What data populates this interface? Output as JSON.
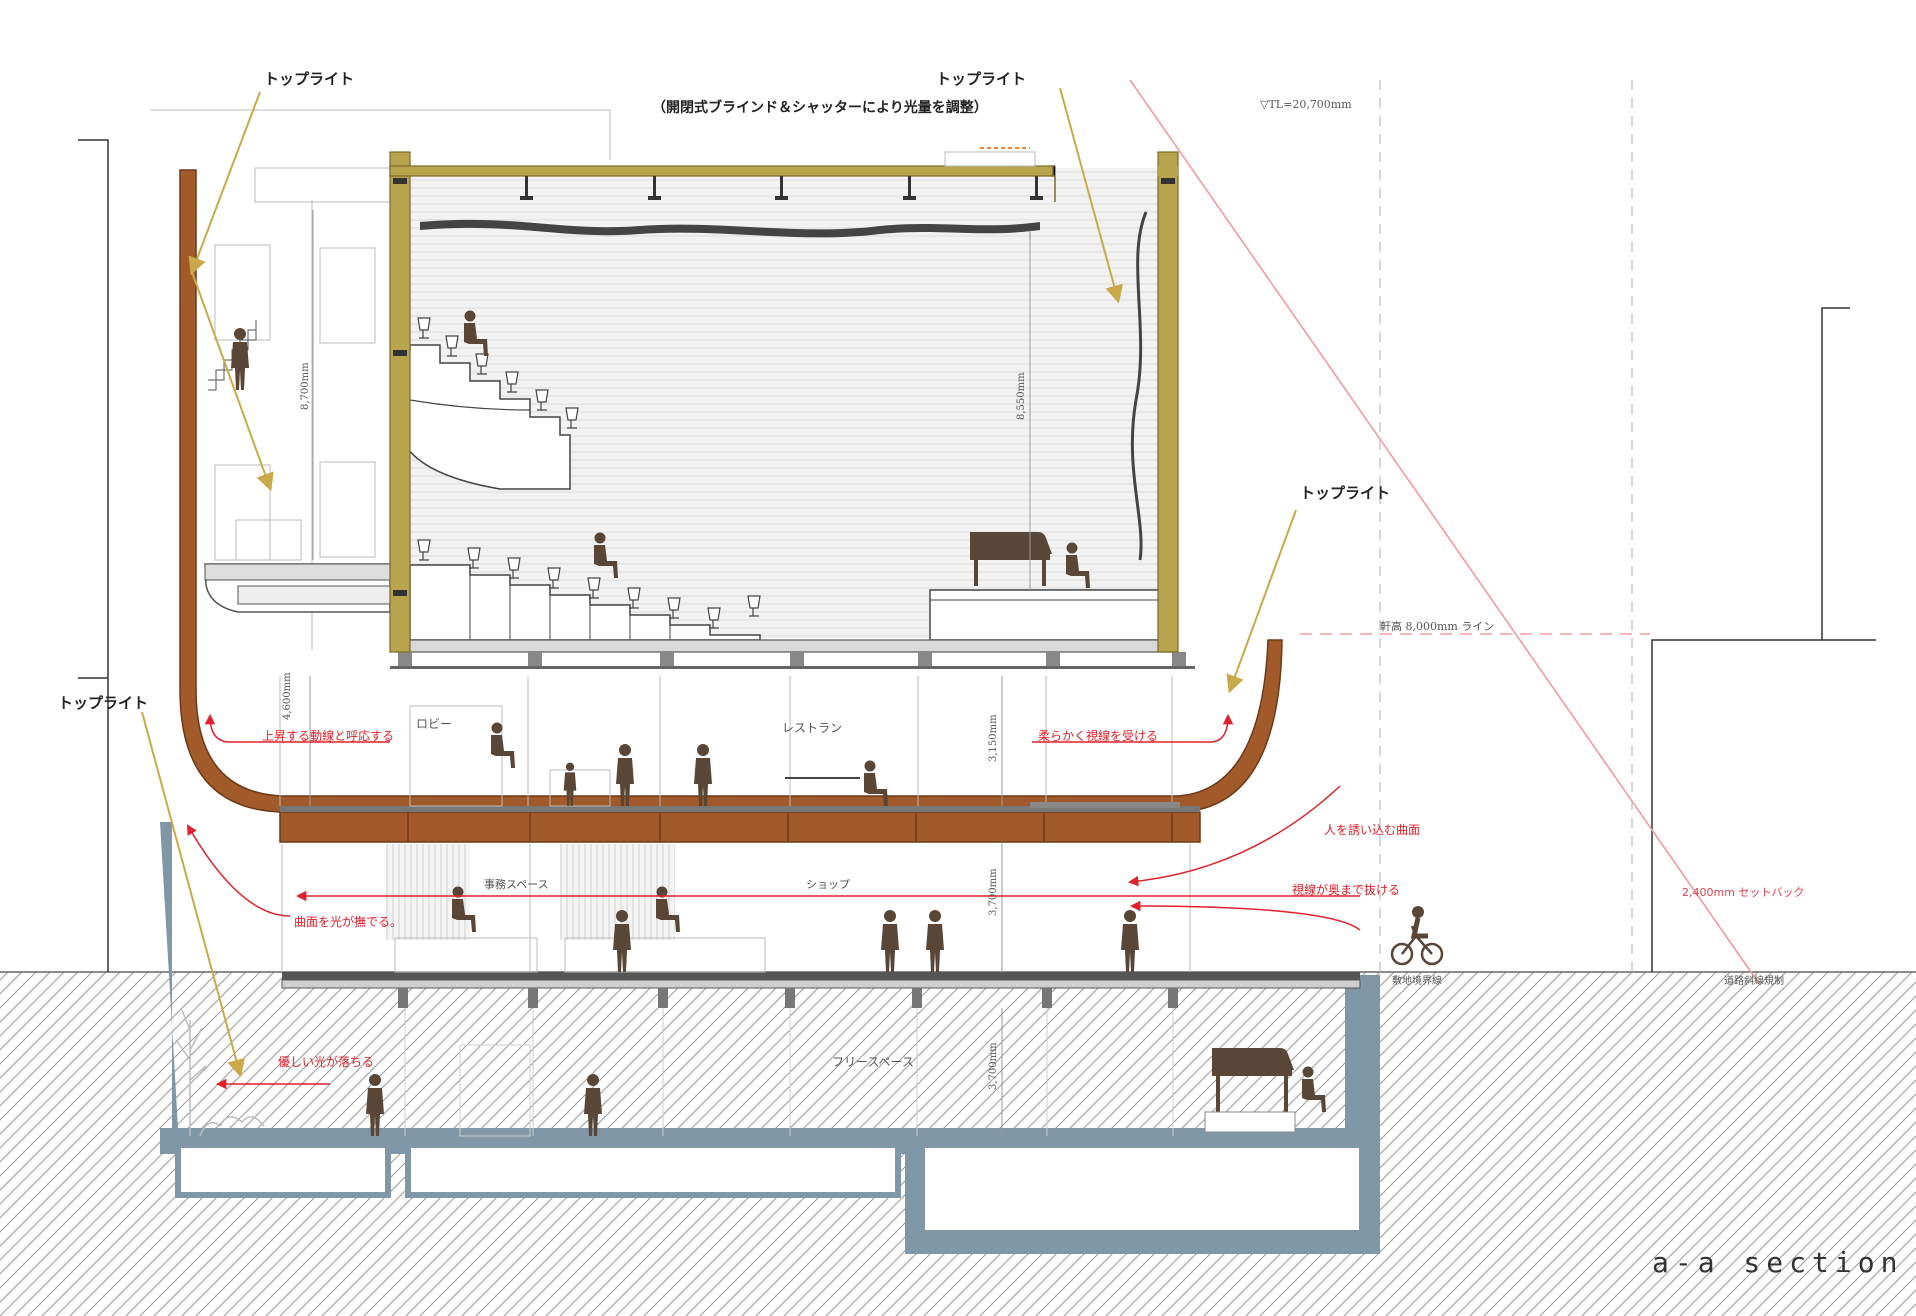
{
  "title": "a-a section",
  "annotations": {
    "toplight_a": "トップライト",
    "toplight_b": "トップライト",
    "toplight_b_note": "（開閉式ブラインド＆シャッターにより光量を調整）",
    "toplight_c": "トップライト",
    "toplight_d": "トップライト"
  },
  "flow_labels": {
    "rising": "上昇する動線と呼応する",
    "soft_gaze": "柔らかく視線を受ける",
    "invite_curve": "人を誘い込む曲面",
    "gaze_through": "視線が奥まで抜ける",
    "light_caress": "曲面を光が撫でる。",
    "gentle_light": "優しい光が落ちる"
  },
  "rooms": {
    "lobby": "ロビー",
    "restaurant": "レストラン",
    "office": "事務スペース",
    "shop": "ショップ",
    "free_space": "フリースペース"
  },
  "dimensions": {
    "tl": "▽TL=20,700mm",
    "hall_left": "8,700mm",
    "hall_inner": "8,550mm",
    "level2_left": "4,600mm",
    "level2_mid": "3,150mm",
    "level1": "3,700mm",
    "basement": "3,700mm",
    "eaves": "軒高 8,000mm ライン",
    "setback": "2,400mm セットバック",
    "site_boundary": "敷地境界線",
    "road_line": "道路斜線規制"
  },
  "colors": {
    "annotation_arrow": "#c9a94a",
    "flow_arrow": "#e0202a",
    "structure_wood": "#b8a44c",
    "shell_copper": "#a25a2a",
    "concrete": "#7f97a6",
    "figure": "#5a4636"
  }
}
